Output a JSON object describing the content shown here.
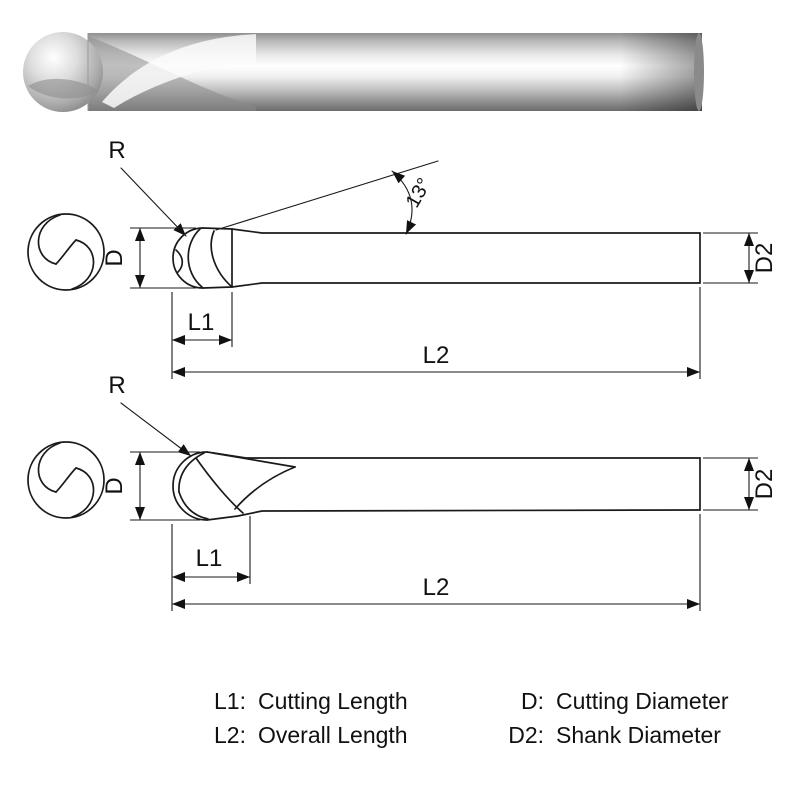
{
  "labels": {
    "radius": "R",
    "taper_angle": "13°",
    "cutting_diameter": "D",
    "shank_diameter": "D2",
    "cutting_length": "L1",
    "overall_length": "L2"
  },
  "legend": {
    "items": [
      {
        "key": "L1:",
        "value": "Cutting Length"
      },
      {
        "key": "L2:",
        "value": "Overall Length"
      },
      {
        "key": "D:",
        "value": "Cutting Diameter"
      },
      {
        "key": "D2:",
        "value": "Shank Diameter"
      }
    ]
  },
  "colors": {
    "line": "#1a1a1a",
    "background": "#ffffff",
    "metal_light": "#f5f5f5",
    "metal_mid": "#c0c0c0",
    "metal_dark": "#6e6e6e"
  }
}
